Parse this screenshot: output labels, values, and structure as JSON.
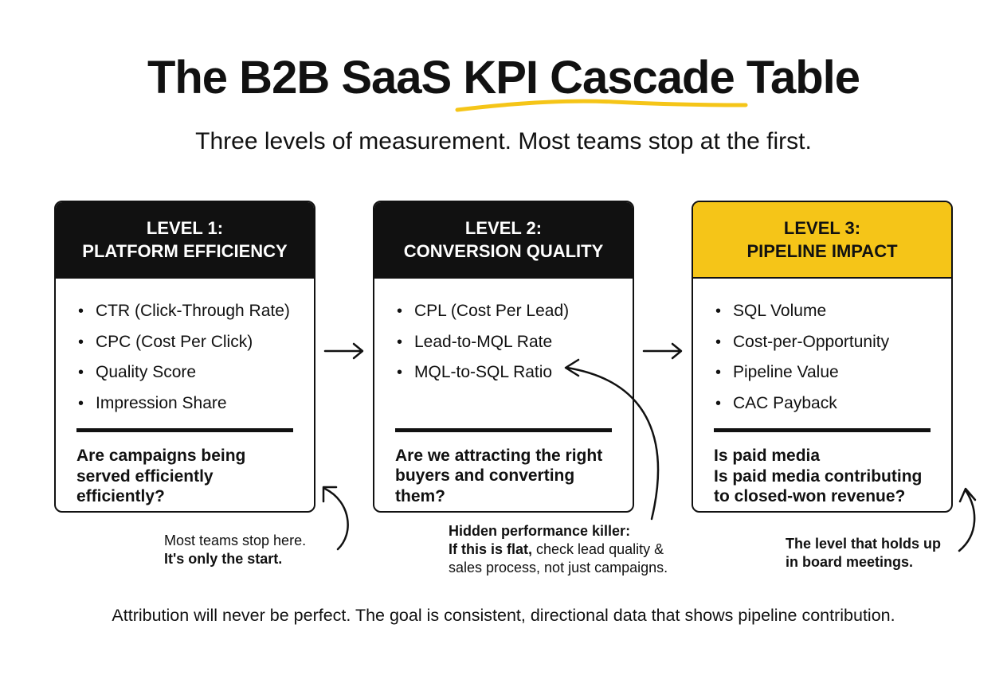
{
  "title": "The B2B SaaS KPI Cascade Table",
  "subtitle": "Three levels of measurement. Most teams stop at the first.",
  "colors": {
    "accent": "#f5c518",
    "ink": "#111111",
    "background": "#ffffff"
  },
  "levels": [
    {
      "heading_line1": "LEVEL 1:",
      "heading_line2": "PLATFORM EFFICIENCY",
      "metrics": [
        "CTR (Click-Through Rate)",
        "CPC (Cost Per Click)",
        "Quality Score",
        "Impression Share"
      ],
      "question": "Are campaigns being served efficiently efficiently?"
    },
    {
      "heading_line1": "LEVEL 2:",
      "heading_line2": "CONVERSION QUALITY",
      "metrics": [
        "CPL (Cost Per Lead)",
        "Lead-to-MQL Rate",
        "MQL-to-SQL Ratio"
      ],
      "question": "Are we attracting the right buyers and converting them?"
    },
    {
      "heading_line1": "LEVEL 3:",
      "heading_line2": "PIPELINE IMPACT",
      "metrics": [
        "SQL Volume",
        "Cost-per-Opportunity",
        "Pipeline Value",
        "CAC Payback"
      ],
      "question_line1": "Is paid media",
      "question_line2": "Is paid media contributing to closed-won revenue?"
    }
  ],
  "notes": {
    "level1_line1": "Most teams stop here.",
    "level1_line2": "It's only the start.",
    "level2_line1": "Hidden performance killer:",
    "level2_bold": "If this is flat,",
    "level2_rest1": " check lead quality &",
    "level2_line3": "sales process, not just campaigns.",
    "level3_line1": "The level that holds up",
    "level3_line2": "in board meetings."
  },
  "footer": "Attribution will never be perfect. The goal is consistent, directional data that shows pipeline contribution."
}
